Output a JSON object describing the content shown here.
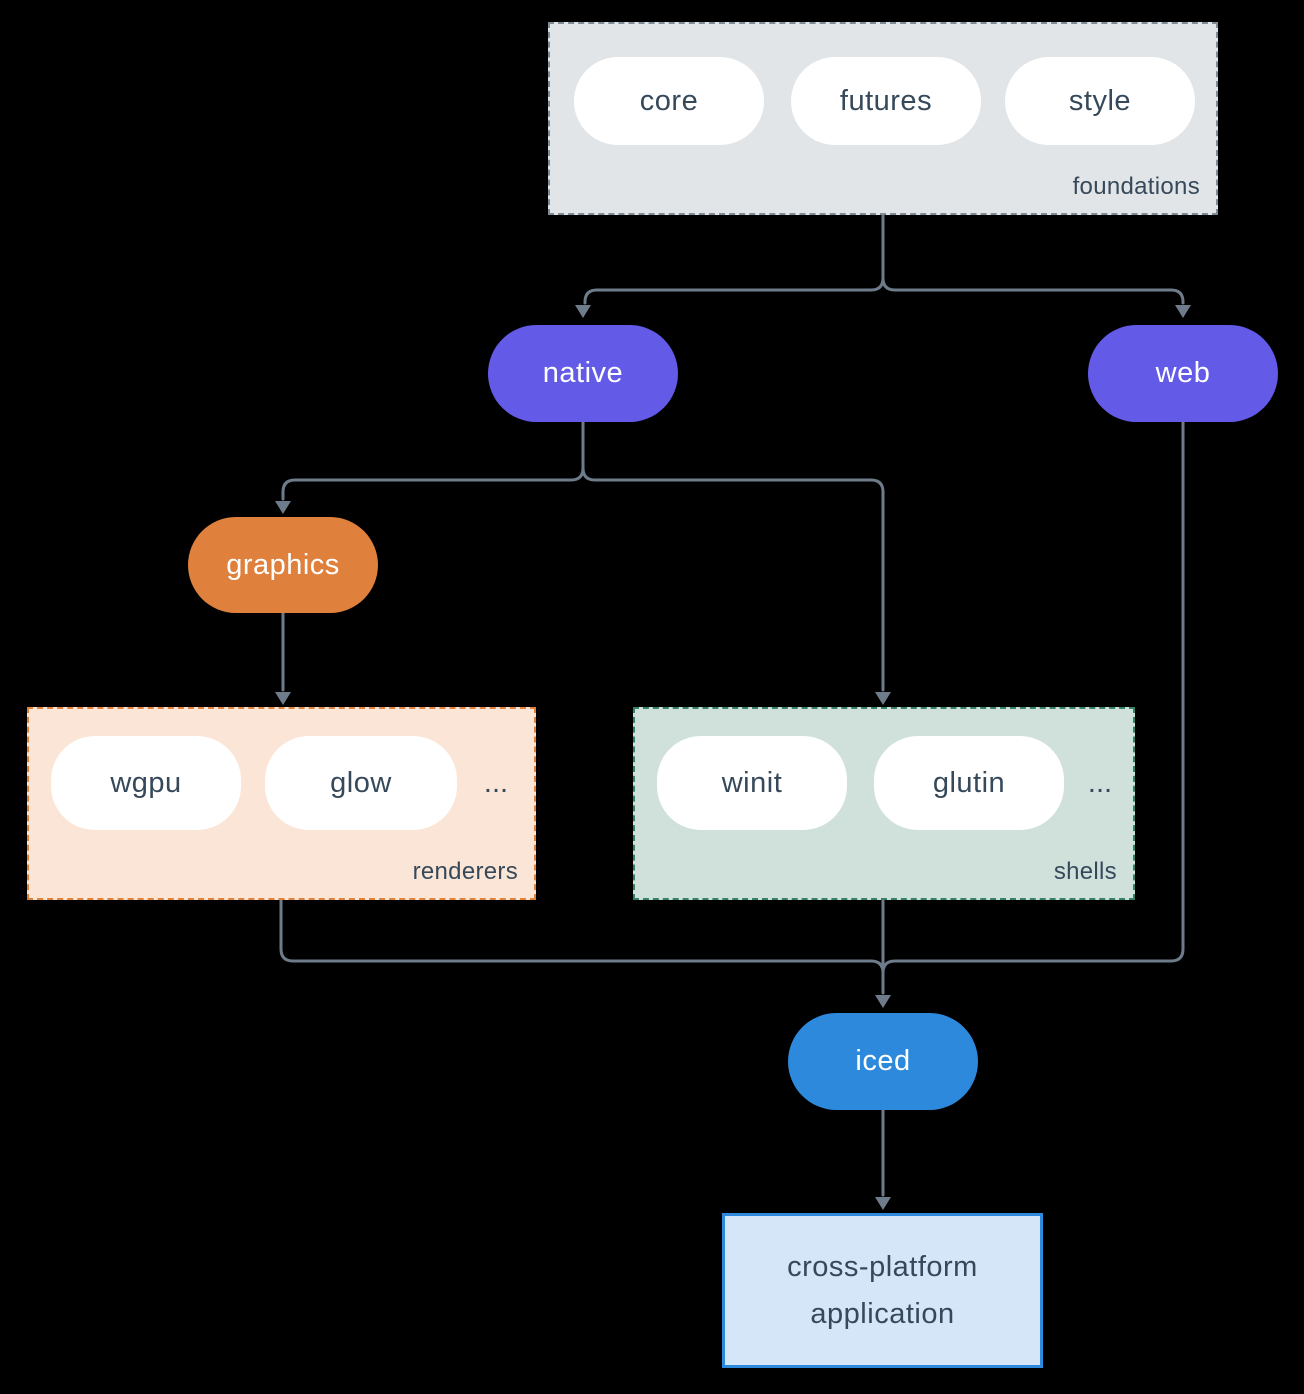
{
  "diagram": {
    "palette": {
      "background": "#000000",
      "connector": "#6E7B8A",
      "text_dark": "#36495A",
      "pill_white": "#FFFFFF",
      "purple": "#635BE8",
      "orange": "#DF803C",
      "blue": "#2D89DB"
    },
    "groups": {
      "foundations": {
        "label": "foundations",
        "fill": "#E2E5E7",
        "border": "#7E8C98",
        "items": [
          "core",
          "futures",
          "style"
        ]
      },
      "renderers": {
        "label": "renderers",
        "fill": "#FAE5D6",
        "border": "#E0813C",
        "items": [
          "wgpu",
          "glow"
        ],
        "more_label": "..."
      },
      "shells": {
        "label": "shells",
        "fill": "#D0E1DC",
        "border": "#35816C",
        "items": [
          "winit",
          "glutin"
        ],
        "more_label": "..."
      }
    },
    "nodes": {
      "native": {
        "label": "native",
        "fill": "#635BE8"
      },
      "web": {
        "label": "web",
        "fill": "#635BE8"
      },
      "graphics": {
        "label": "graphics",
        "fill": "#DF803C"
      },
      "iced": {
        "label": "iced",
        "fill": "#2D89DB"
      },
      "application": {
        "label_line1": "cross-platform",
        "label_line2": "application",
        "fill": "#D4E6F7",
        "border": "#2D89DB"
      }
    }
  }
}
